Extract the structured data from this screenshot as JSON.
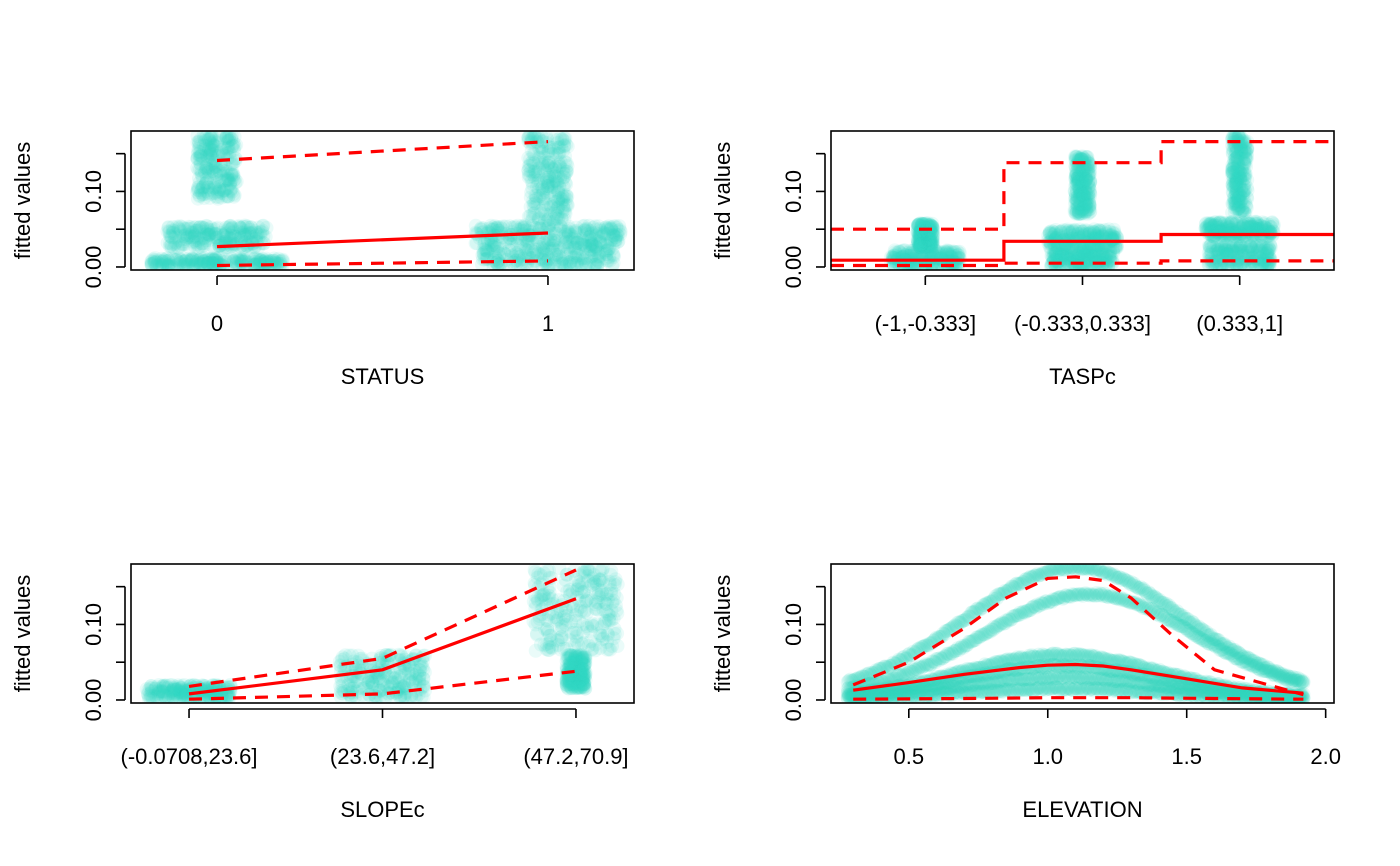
{
  "figure": {
    "point_color": "#2FD4C0",
    "line_color": "#FF0000"
  },
  "chart_data": [
    {
      "type": "scatter",
      "panel": "status",
      "title": "",
      "xlabel": "STATUS",
      "ylabel": "fitted values",
      "xlim": [
        -0.26,
        1.26
      ],
      "ylim": [
        -0.004,
        0.18
      ],
      "yticks": [
        {
          "value": 0.0,
          "label": "0.00"
        },
        {
          "value": 0.05,
          "label": ""
        },
        {
          "value": 0.1,
          "label": "0.10"
        },
        {
          "value": 0.15,
          "label": ""
        }
      ],
      "xticks": [
        {
          "value": 0,
          "label": "0"
        },
        {
          "value": 1,
          "label": "1"
        }
      ],
      "point_clusters": [
        {
          "x": 0,
          "y": [
            0.0,
            0.012
          ],
          "halfwidth": 0.2
        },
        {
          "x": 0,
          "y": [
            0.025,
            0.055
          ],
          "halfwidth": 0.15
        },
        {
          "x": 0,
          "y": [
            0.09,
            0.175
          ],
          "halfwidth": 0.06
        },
        {
          "x": 1,
          "y": [
            0.0,
            0.03
          ],
          "halfwidth": 0.2
        },
        {
          "x": 1,
          "y": [
            0.03,
            0.055
          ],
          "halfwidth": 0.22
        },
        {
          "x": 1,
          "y": [
            0.06,
            0.175
          ],
          "halfwidth": 0.06
        }
      ],
      "fit_line": {
        "x": [
          0,
          1
        ],
        "y": [
          0.027,
          0.045
        ]
      },
      "ci_lower": {
        "x": [
          0,
          1
        ],
        "y": [
          0.002,
          0.008
        ]
      },
      "ci_upper": {
        "x": [
          0,
          1
        ],
        "y": [
          0.141,
          0.166
        ]
      }
    },
    {
      "type": "scatter",
      "panel": "taspc",
      "title": "",
      "xlabel": "TASPc",
      "ylabel": "fitted values",
      "xlim": [
        0.4,
        3.6
      ],
      "ylim": [
        -0.004,
        0.18
      ],
      "yticks": [
        {
          "value": 0.0,
          "label": "0.00"
        },
        {
          "value": 0.05,
          "label": ""
        },
        {
          "value": 0.1,
          "label": "0.10"
        },
        {
          "value": 0.15,
          "label": ""
        }
      ],
      "xticks": [
        {
          "value": 1,
          "label": "(-1,-0.333]"
        },
        {
          "value": 2,
          "label": "(-0.333,0.333]"
        },
        {
          "value": 3,
          "label": "(0.333,1]"
        }
      ],
      "point_clusters": [
        {
          "x": 1,
          "y": [
            0.0,
            0.022
          ],
          "halfwidth": 0.22
        },
        {
          "x": 1,
          "y": [
            0.026,
            0.058
          ],
          "halfwidth": 0.05
        },
        {
          "x": 2,
          "y": [
            0.0,
            0.022
          ],
          "halfwidth": 0.2
        },
        {
          "x": 2,
          "y": [
            0.025,
            0.05
          ],
          "halfwidth": 0.22
        },
        {
          "x": 2,
          "y": [
            0.07,
            0.147
          ],
          "halfwidth": 0.05
        },
        {
          "x": 3,
          "y": [
            0.0,
            0.03
          ],
          "halfwidth": 0.2
        },
        {
          "x": 3,
          "y": [
            0.04,
            0.06
          ],
          "halfwidth": 0.22
        },
        {
          "x": 3,
          "y": [
            0.07,
            0.175
          ],
          "halfwidth": 0.05
        }
      ],
      "fit_line": {
        "x": [
          0.4,
          1.5,
          1.5,
          2.5,
          2.5,
          3.6
        ],
        "y": [
          0.009,
          0.009,
          0.034,
          0.034,
          0.043,
          0.043
        ]
      },
      "ci_lower": {
        "x": [
          0.4,
          1.5,
          1.5,
          2.5,
          2.5,
          3.6
        ],
        "y": [
          0.002,
          0.002,
          0.005,
          0.005,
          0.008,
          0.008
        ]
      },
      "ci_upper": {
        "x": [
          0.4,
          1.5,
          1.5,
          2.5,
          2.5,
          3.6
        ],
        "y": [
          0.05,
          0.05,
          0.138,
          0.138,
          0.166,
          0.166
        ]
      }
    },
    {
      "type": "scatter",
      "panel": "slopec",
      "title": "",
      "xlabel": "SLOPEc",
      "ylabel": "fitted values",
      "xlim": [
        0.7,
        3.3
      ],
      "ylim": [
        -0.004,
        0.18
      ],
      "yticks": [
        {
          "value": 0.0,
          "label": "0.00"
        },
        {
          "value": 0.05,
          "label": ""
        },
        {
          "value": 0.1,
          "label": "0.10"
        },
        {
          "value": 0.15,
          "label": ""
        }
      ],
      "xticks": [
        {
          "value": 1,
          "label": "(-0.0708,23.6]"
        },
        {
          "value": 2,
          "label": "(23.6,47.2]"
        },
        {
          "value": 3,
          "label": "(47.2,70.9]"
        }
      ],
      "point_clusters": [
        {
          "x": 1,
          "y": [
            0.0,
            0.02
          ],
          "halfwidth": 0.22
        },
        {
          "x": 2,
          "y": [
            0.002,
            0.06
          ],
          "halfwidth": 0.22
        },
        {
          "x": 3,
          "y": [
            0.015,
            0.06
          ],
          "halfwidth": 0.05
        },
        {
          "x": 3,
          "y": [
            0.065,
            0.175
          ],
          "halfwidth": 0.22
        }
      ],
      "fit_line": {
        "x": [
          1,
          2,
          3
        ],
        "y": [
          0.008,
          0.04,
          0.134
        ]
      },
      "ci_lower": {
        "x": [
          1,
          2,
          3
        ],
        "y": [
          0.001,
          0.008,
          0.038
        ]
      },
      "ci_upper": {
        "x": [
          1,
          2,
          3
        ],
        "y": [
          0.018,
          0.055,
          0.172
        ]
      }
    },
    {
      "type": "scatter",
      "panel": "elevation",
      "title": "",
      "xlabel": "ELEVATION",
      "ylabel": "fitted values",
      "xlim": [
        0.22,
        2.03
      ],
      "ylim": [
        -0.004,
        0.18
      ],
      "yticks": [
        {
          "value": 0.0,
          "label": "0.00"
        },
        {
          "value": 0.05,
          "label": ""
        },
        {
          "value": 0.1,
          "label": "0.10"
        },
        {
          "value": 0.15,
          "label": ""
        }
      ],
      "xticks": [
        {
          "value": 0.5,
          "label": "0.5"
        },
        {
          "value": 1.0,
          "label": "1.0"
        },
        {
          "value": 1.5,
          "label": "1.5"
        },
        {
          "value": 2.0,
          "label": "2.0"
        }
      ],
      "point_bands": [
        {
          "peak_x": 1.1,
          "peak_y": 0.175,
          "base_y": 0.005,
          "width": 0.5
        },
        {
          "peak_x": 1.15,
          "peak_y": 0.14,
          "base_y": 0.005,
          "width": 0.48
        },
        {
          "peak_x": 1.05,
          "peak_y": 0.06,
          "base_y": 0.003,
          "width": 0.45
        },
        {
          "peak_x": 1.05,
          "peak_y": 0.045,
          "base_y": 0.002,
          "width": 0.45
        },
        {
          "peak_x": 1.05,
          "peak_y": 0.03,
          "base_y": 0.001,
          "width": 0.45
        },
        {
          "peak_x": 1.05,
          "peak_y": 0.015,
          "base_y": 0.001,
          "width": 0.45
        }
      ],
      "fit_line": {
        "x": [
          0.3,
          0.5,
          0.7,
          0.9,
          1.0,
          1.1,
          1.2,
          1.3,
          1.5,
          1.7,
          1.92
        ],
        "y": [
          0.013,
          0.023,
          0.034,
          0.043,
          0.046,
          0.047,
          0.045,
          0.04,
          0.028,
          0.016,
          0.009
        ]
      },
      "ci_lower": {
        "x": [
          0.3,
          0.7,
          1.0,
          1.3,
          1.6,
          1.92
        ],
        "y": [
          0.001,
          0.002,
          0.003,
          0.003,
          0.002,
          0.001
        ]
      },
      "ci_upper": {
        "x": [
          0.3,
          0.5,
          0.7,
          0.85,
          1.0,
          1.1,
          1.2,
          1.3,
          1.45,
          1.6,
          1.92
        ],
        "y": [
          0.02,
          0.05,
          0.095,
          0.135,
          0.161,
          0.163,
          0.158,
          0.135,
          0.085,
          0.04,
          0.007
        ]
      }
    }
  ]
}
